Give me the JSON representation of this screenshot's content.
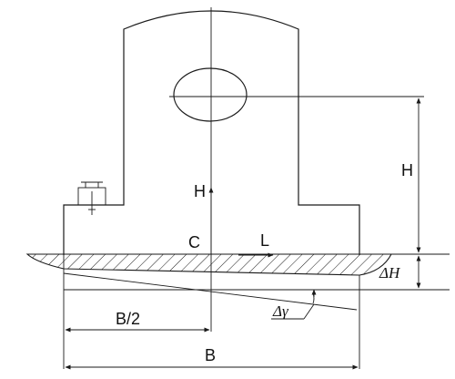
{
  "labels": {
    "H_center": "H",
    "C": "C",
    "L": "L",
    "H_dim": "H",
    "delta_H": "ΔH",
    "delta_gamma": "Δγ",
    "B_half": "B/2",
    "B": "B"
  },
  "colors": {
    "line": "#1a1a1a",
    "background": "#ffffff"
  }
}
